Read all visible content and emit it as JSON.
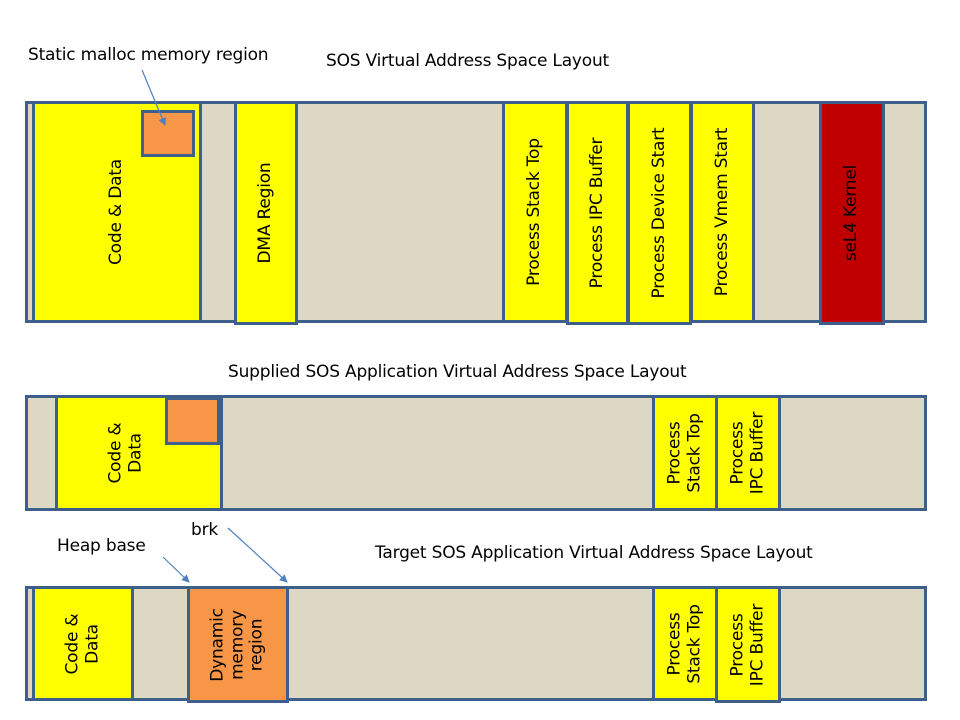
{
  "colors": {
    "background_region": "#ddd8c4",
    "border": "#3d5f8a",
    "yellow_block": "#ffff00",
    "orange_block": "#f79646",
    "kernel_block": "#c00000",
    "arrow": "#4f81bd"
  },
  "annotations": {
    "static_malloc": "Static malloc memory region",
    "heap_base": "Heap base",
    "brk": "brk"
  },
  "layouts": [
    {
      "title": "SOS Virtual Address Space Layout",
      "blocks": [
        {
          "label": "Code & Data",
          "type": "code-data"
        },
        {
          "label": "",
          "type": "static-malloc"
        },
        {
          "label": "DMA Region",
          "type": "dma"
        },
        {
          "label": "Process Stack Top",
          "type": "stack-top"
        },
        {
          "label": "Process IPC Buffer",
          "type": "ipc-buffer"
        },
        {
          "label": "Process Device Start",
          "type": "device-start"
        },
        {
          "label": "Process Vmem Start",
          "type": "vmem-start"
        },
        {
          "label": "seL4 Kernel",
          "type": "kernel"
        }
      ]
    },
    {
      "title": "Supplied SOS Application Virtual Address Space Layout",
      "blocks": [
        {
          "label": "Code &\nData",
          "type": "code-data"
        },
        {
          "label": "",
          "type": "static-malloc"
        },
        {
          "label": "Process\nStack Top",
          "type": "stack-top"
        },
        {
          "label": "Process\nIPC Buffer",
          "type": "ipc-buffer"
        }
      ]
    },
    {
      "title": "Target SOS Application Virtual Address Space Layout",
      "blocks": [
        {
          "label": "Code &\nData",
          "type": "code-data"
        },
        {
          "label": "Dynamic\nmemory\nregion",
          "type": "dynamic-memory"
        },
        {
          "label": "Process\nStack Top",
          "type": "stack-top"
        },
        {
          "label": "Process\nIPC Buffer",
          "type": "ipc-buffer"
        }
      ]
    }
  ]
}
